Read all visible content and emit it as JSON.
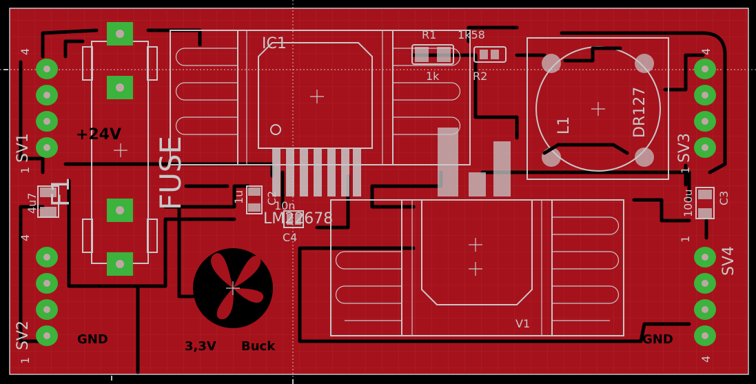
{
  "colors": {
    "board": "#a5121c",
    "background": "#000000",
    "silkscreen": "#c8c8c8",
    "pads": "#3cb33c",
    "traces": "#000000",
    "grid": "#b9464b"
  },
  "labels": {
    "ic1": "IC1",
    "r1": "R1",
    "r1_value": "1k58",
    "r1_bottom": "1k",
    "r2": "R2",
    "l1": "L1",
    "dr127": "DR127",
    "sv1": "SV1",
    "sv2": "SV2",
    "sv3": "SV3",
    "sv4": "SV4",
    "v1": "V1",
    "fuse": "FUSE",
    "f1": "F1",
    "c1_value": "4u7",
    "c2": "C2",
    "c2_value": "1u",
    "c3": "C3",
    "c3_value": "100u",
    "c4": "C4",
    "c4_value": "10n",
    "lm": "LM22678",
    "input_voltage": "+24V",
    "output_voltage": "3,3V",
    "buck": "Buck",
    "gnd_left": "GND",
    "gnd_right": "GND"
  },
  "pin_numbers": {
    "sv1_top": "4",
    "sv1_bottom": "1",
    "sv2_top": "4",
    "sv2_bottom": "1",
    "sv3_top": "4",
    "sv3_bottom": "1",
    "sv4_top": "1",
    "sv4_bottom": "4"
  }
}
